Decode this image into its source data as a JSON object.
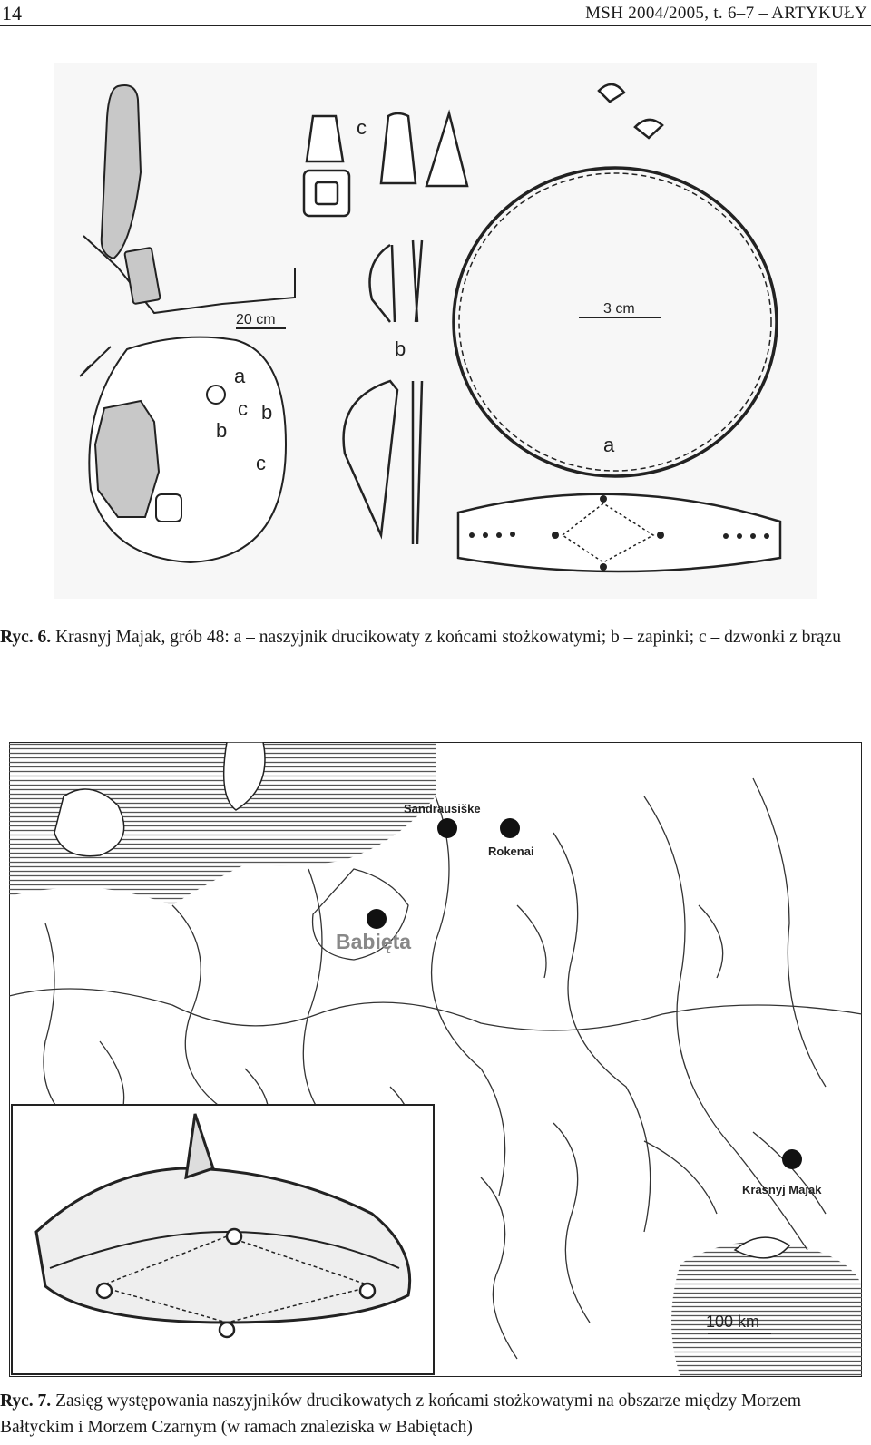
{
  "header": {
    "page_number": "14",
    "running_head": "MSH 2004/2005, t. 6–7 – ARTYKUŁY"
  },
  "figure6": {
    "scale_grave": "20 cm",
    "scale_necklace": "3 cm",
    "labels": {
      "a": "a",
      "b": "b",
      "c": "c"
    }
  },
  "caption6": {
    "label": "Ryc. 6.",
    "text": " Krasnyj Majak, grób 48: a – naszyjnik drucikowaty z końcami stożkowatymi; b – zapinki; c – dzwonki z brązu"
  },
  "map": {
    "sites": [
      "Sandrausiške",
      "Rokenai",
      "Babięta",
      "Krasnyj Majak"
    ],
    "scale": "100 km"
  },
  "caption7": {
    "label": "Ryc. 7.",
    "text": " Zasięg występowania naszyjników drucikowatych z końcami stożkowatymi na obszarze między Morzem Bałtyckim i Morzem Czarnym (w ramach znaleziska w Babiętach)"
  },
  "colors": {
    "ink": "#1a1a1a",
    "fill_grey": "#c8c8c8",
    "sea_hatch": "#555555"
  }
}
